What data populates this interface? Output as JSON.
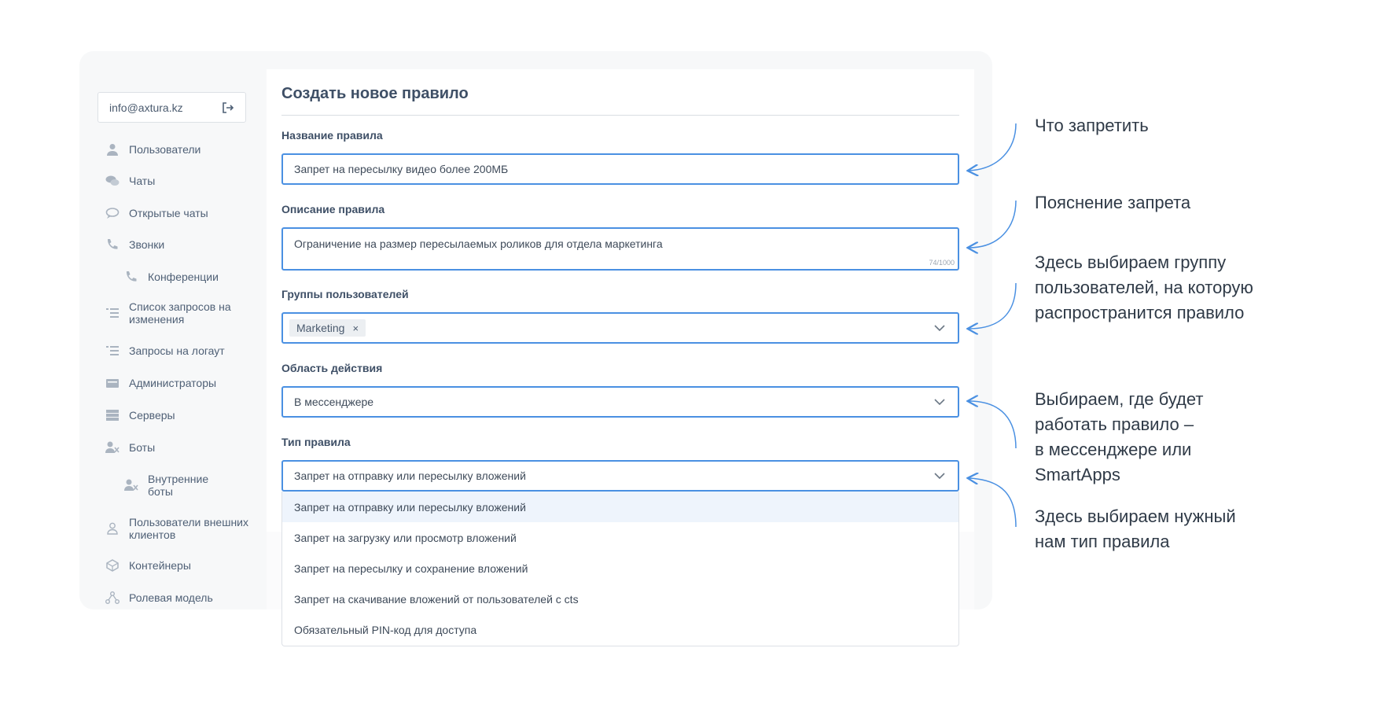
{
  "account": {
    "email": "info@axtura.kz",
    "logout_icon": "logout-icon"
  },
  "sidebar": {
    "items": [
      {
        "label": "Пользователи",
        "icon": "user-icon"
      },
      {
        "label": "Чаты",
        "icon": "chats-icon"
      },
      {
        "label": "Открытые чаты",
        "icon": "open-chats-icon"
      },
      {
        "label": "Звонки",
        "icon": "phone-icon"
      },
      {
        "label": "Конференции",
        "icon": "phone-icon"
      },
      {
        "label": "Список запросов на\nизменения",
        "icon": "list-icon"
      },
      {
        "label": "Запросы на логаут",
        "icon": "list-icon"
      },
      {
        "label": "Администраторы",
        "icon": "admin-card-icon"
      },
      {
        "label": "Серверы",
        "icon": "server-icon"
      },
      {
        "label": "Боты",
        "icon": "bot-icon"
      },
      {
        "label": "Внутренние\nботы",
        "icon": "bot-icon"
      },
      {
        "label": "Пользователи внешних\nклиентов",
        "icon": "external-user-icon"
      },
      {
        "label": "Контейнеры",
        "icon": "container-icon"
      },
      {
        "label": "Ролевая модель",
        "icon": "role-model-icon"
      }
    ]
  },
  "form": {
    "title": "Создать новое правило",
    "name_label": "Название правила",
    "name_value": "Запрет на пересылку видео более 200МБ",
    "description_label": "Описание правила",
    "description_value": "Ограничение на размер пересылаемых роликов для отдела маркетинга",
    "description_counter": "74/1000",
    "groups_label": "Группы пользователей",
    "groups_tag": "Marketing",
    "groups_tag_remove": "×",
    "scope_label": "Область действия",
    "scope_value": "В мессенджере",
    "type_label": "Тип правила",
    "type_value": "Запрет на отправку или пересылку вложений",
    "type_options": [
      "Запрет на отправку или пересылку вложений",
      "Запрет на загрузку или просмотр вложений",
      "Запрет на пересылку и сохранение вложений",
      "Запрет на скачивание вложений от пользователей с cts",
      "Обязательный PIN-код для доступа"
    ]
  },
  "annotations": {
    "what": "Что запретить",
    "explain": "Пояснение запрета",
    "group": "Здесь выбираем группу\nпользователей, на которую\nраспространится правило",
    "scope": "Выбираем, где будет\nработать правило –\nв мессенджере или\nSmartApps",
    "type": "Здесь выбираем нужный\nнам тип правила"
  },
  "colors": {
    "accent": "#4a90e2",
    "text": "#3e4f66",
    "active_option": "#eef4fc"
  }
}
